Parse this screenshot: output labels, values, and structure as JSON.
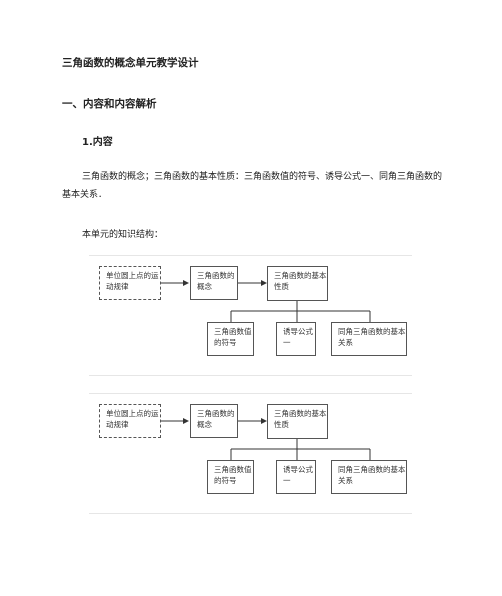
{
  "document": {
    "title": "三角函数的概念单元教学设计",
    "section1": "一、内容和内容解析",
    "subsection1": "1.内容",
    "content_paragraph": "三角函数的概念；三角函数的基本性质：三角函数值的符号、诱导公式一、同角三角函数的基本关系．",
    "structure_intro": "本单元的知识结构："
  },
  "diagram": {
    "box_unit_circle": "单位圆上点的运动规律",
    "box_concept": "三角函数的概念",
    "box_properties": "三角函数的基本性质",
    "box_sign": "三角函数值的符号",
    "box_induction": "诱导公式一",
    "box_relation": "同角三角函数的基本关系"
  }
}
